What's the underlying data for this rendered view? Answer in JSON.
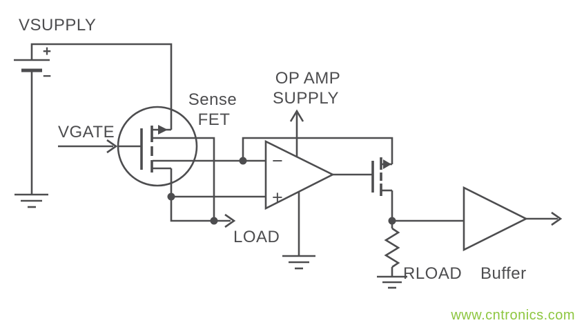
{
  "diagram": {
    "background_color": "#ffffff",
    "line_color": "#4d4d4f",
    "labels": {
      "vsupply": "VSUPPLY",
      "vgate": "VGATE",
      "sense_fet_line1": "Sense",
      "sense_fet_line2": "FET",
      "opamp_supply_line1": "OP AMP",
      "opamp_supply_line2": "SUPPLY",
      "load": "LOAD",
      "rload": "RLOAD",
      "buffer": "Buffer"
    },
    "battery": {
      "plus": "+",
      "minus": "−"
    },
    "opamp": {
      "inverting": "−",
      "noninverting": "+"
    }
  },
  "watermark": {
    "text": "www.cntronics.com",
    "color": "#8dc63f"
  }
}
